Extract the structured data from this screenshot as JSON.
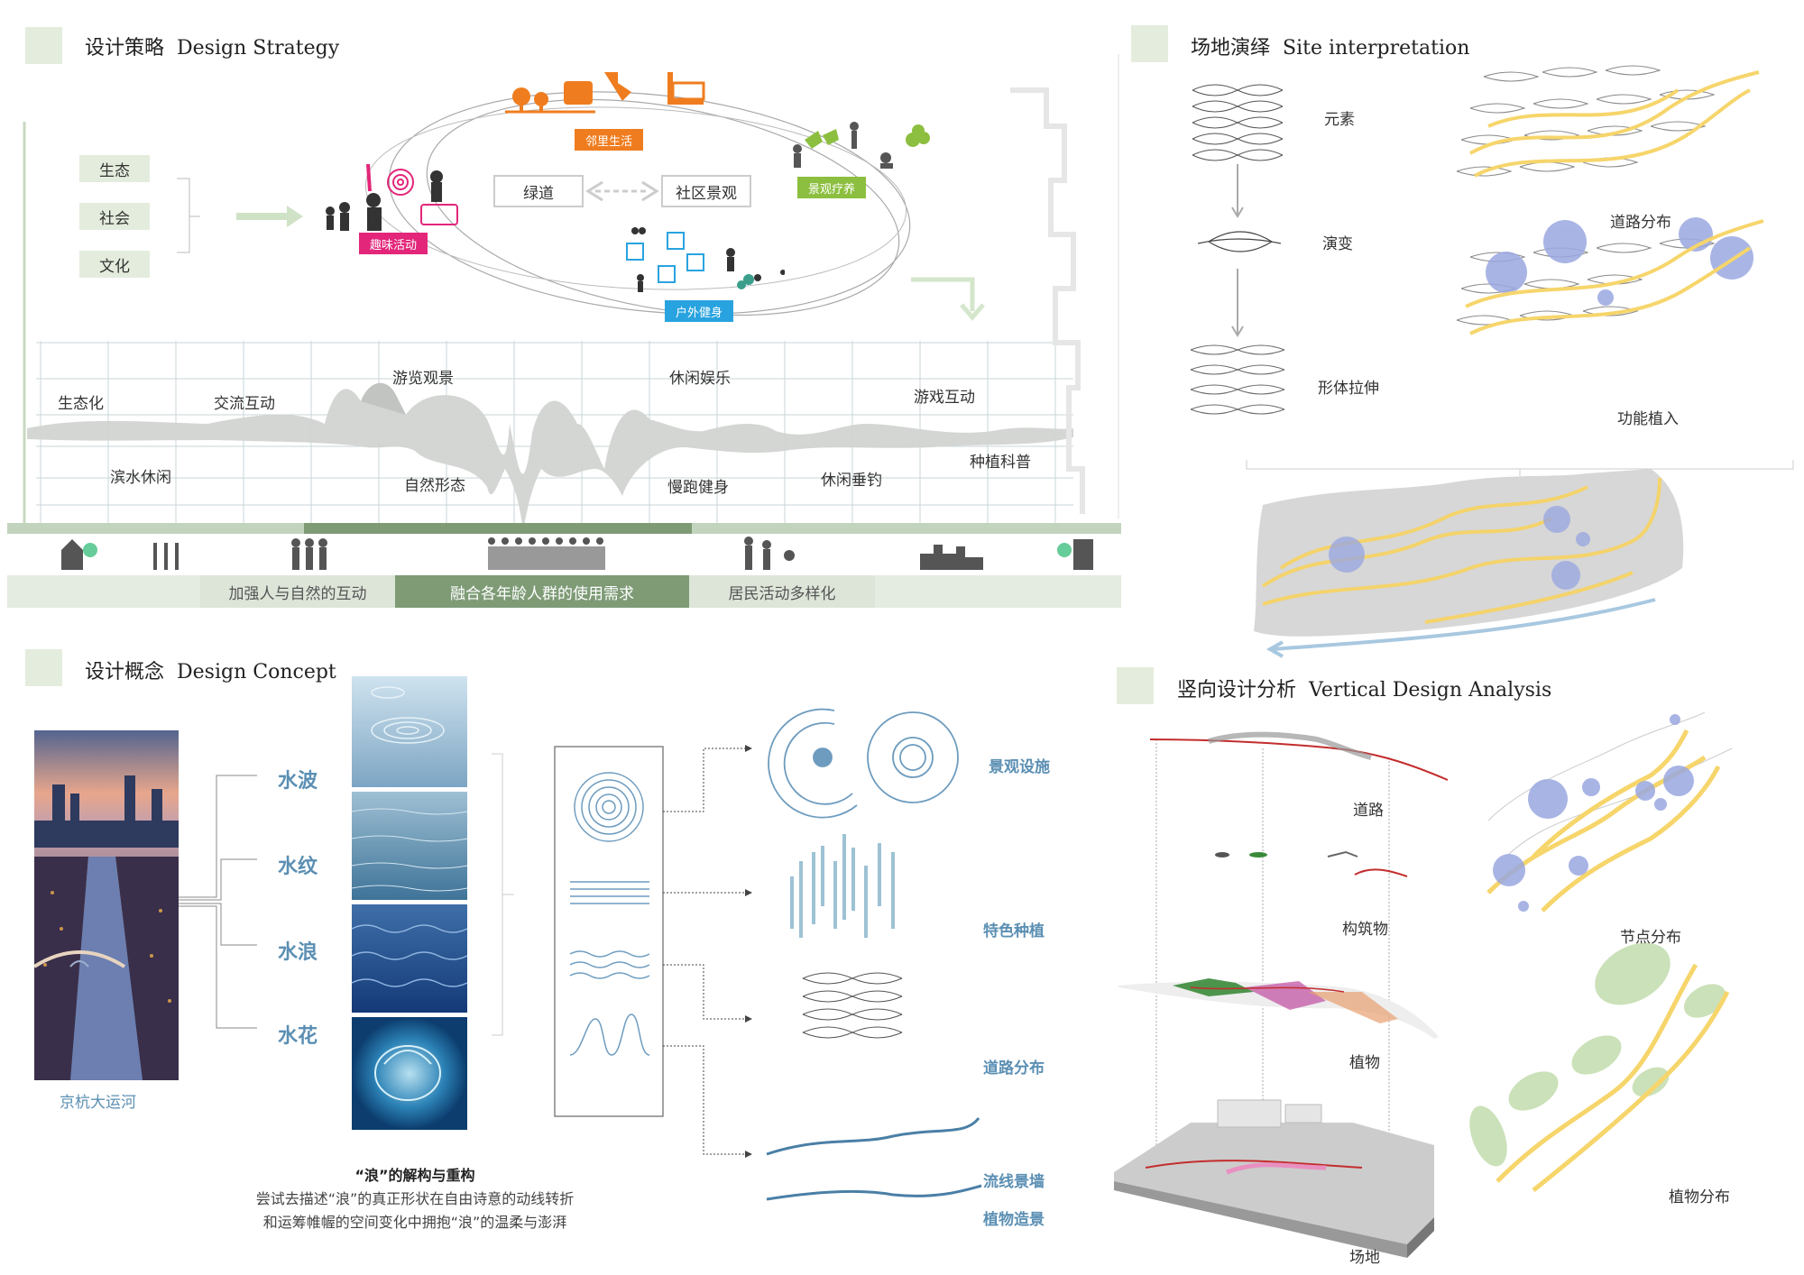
{
  "strategy": {
    "title": "设计策略",
    "title_en": "Design Strategy",
    "pillars": [
      "生态",
      "社会",
      "文化"
    ],
    "loop": {
      "left": "绿道",
      "right": "社区景观"
    },
    "tags": {
      "neighbor": "邻里生活",
      "fun": "趣味活动",
      "heal": "景观疗养",
      "fitness": "户外健身"
    },
    "wave_labels_top": [
      "生态化",
      "交流互动",
      "游览观景",
      "休闲娱乐",
      "游戏互动"
    ],
    "wave_labels_bottom": [
      "滨水休闲",
      "自然形态",
      "慢跑健身",
      "休闲垂钓",
      "种植科普"
    ],
    "bar": [
      "加强人与自然的互动",
      "融合各年龄人群的使用需求",
      "居民活动多样化"
    ]
  },
  "site": {
    "title": "场地演绎",
    "title_en": "Site interpretation",
    "steps": [
      "元素",
      "演变",
      "形体拉伸"
    ],
    "maps": [
      "道路分布",
      "功能植入"
    ]
  },
  "concept": {
    "title": "设计概念",
    "title_en": "Design Concept",
    "photo_caption": "京杭大运河",
    "water": [
      "水波",
      "水纹",
      "水浪",
      "水花"
    ],
    "outputs": [
      "景观设施",
      "特色种植",
      "道路分布",
      "流线景墙",
      "植物造景"
    ],
    "caption_title": "“浪”的解构与重构",
    "caption_lines": [
      "尝试去描述“浪”的真正形状在自由诗意的动线转折",
      "和运筹帷幄的空间变化中拥抱“浪”的温柔与澎湃"
    ]
  },
  "vertical": {
    "title": "竖向设计分析",
    "title_en": "Vertical Design Analysis",
    "layers": [
      "道路",
      "构筑物",
      "植物",
      "场地"
    ],
    "maps": [
      "节点分布",
      "植物分布"
    ]
  },
  "colors": {
    "green_tag": "#8cbf3f",
    "orange_tag": "#ef7d1f",
    "pink_tag": "#e3267a",
    "blue_tag": "#29a3e0",
    "accent_blue": "#5b8fb3",
    "road_yellow": "#f6d56b",
    "node_blue": "#9aa8e0"
  }
}
